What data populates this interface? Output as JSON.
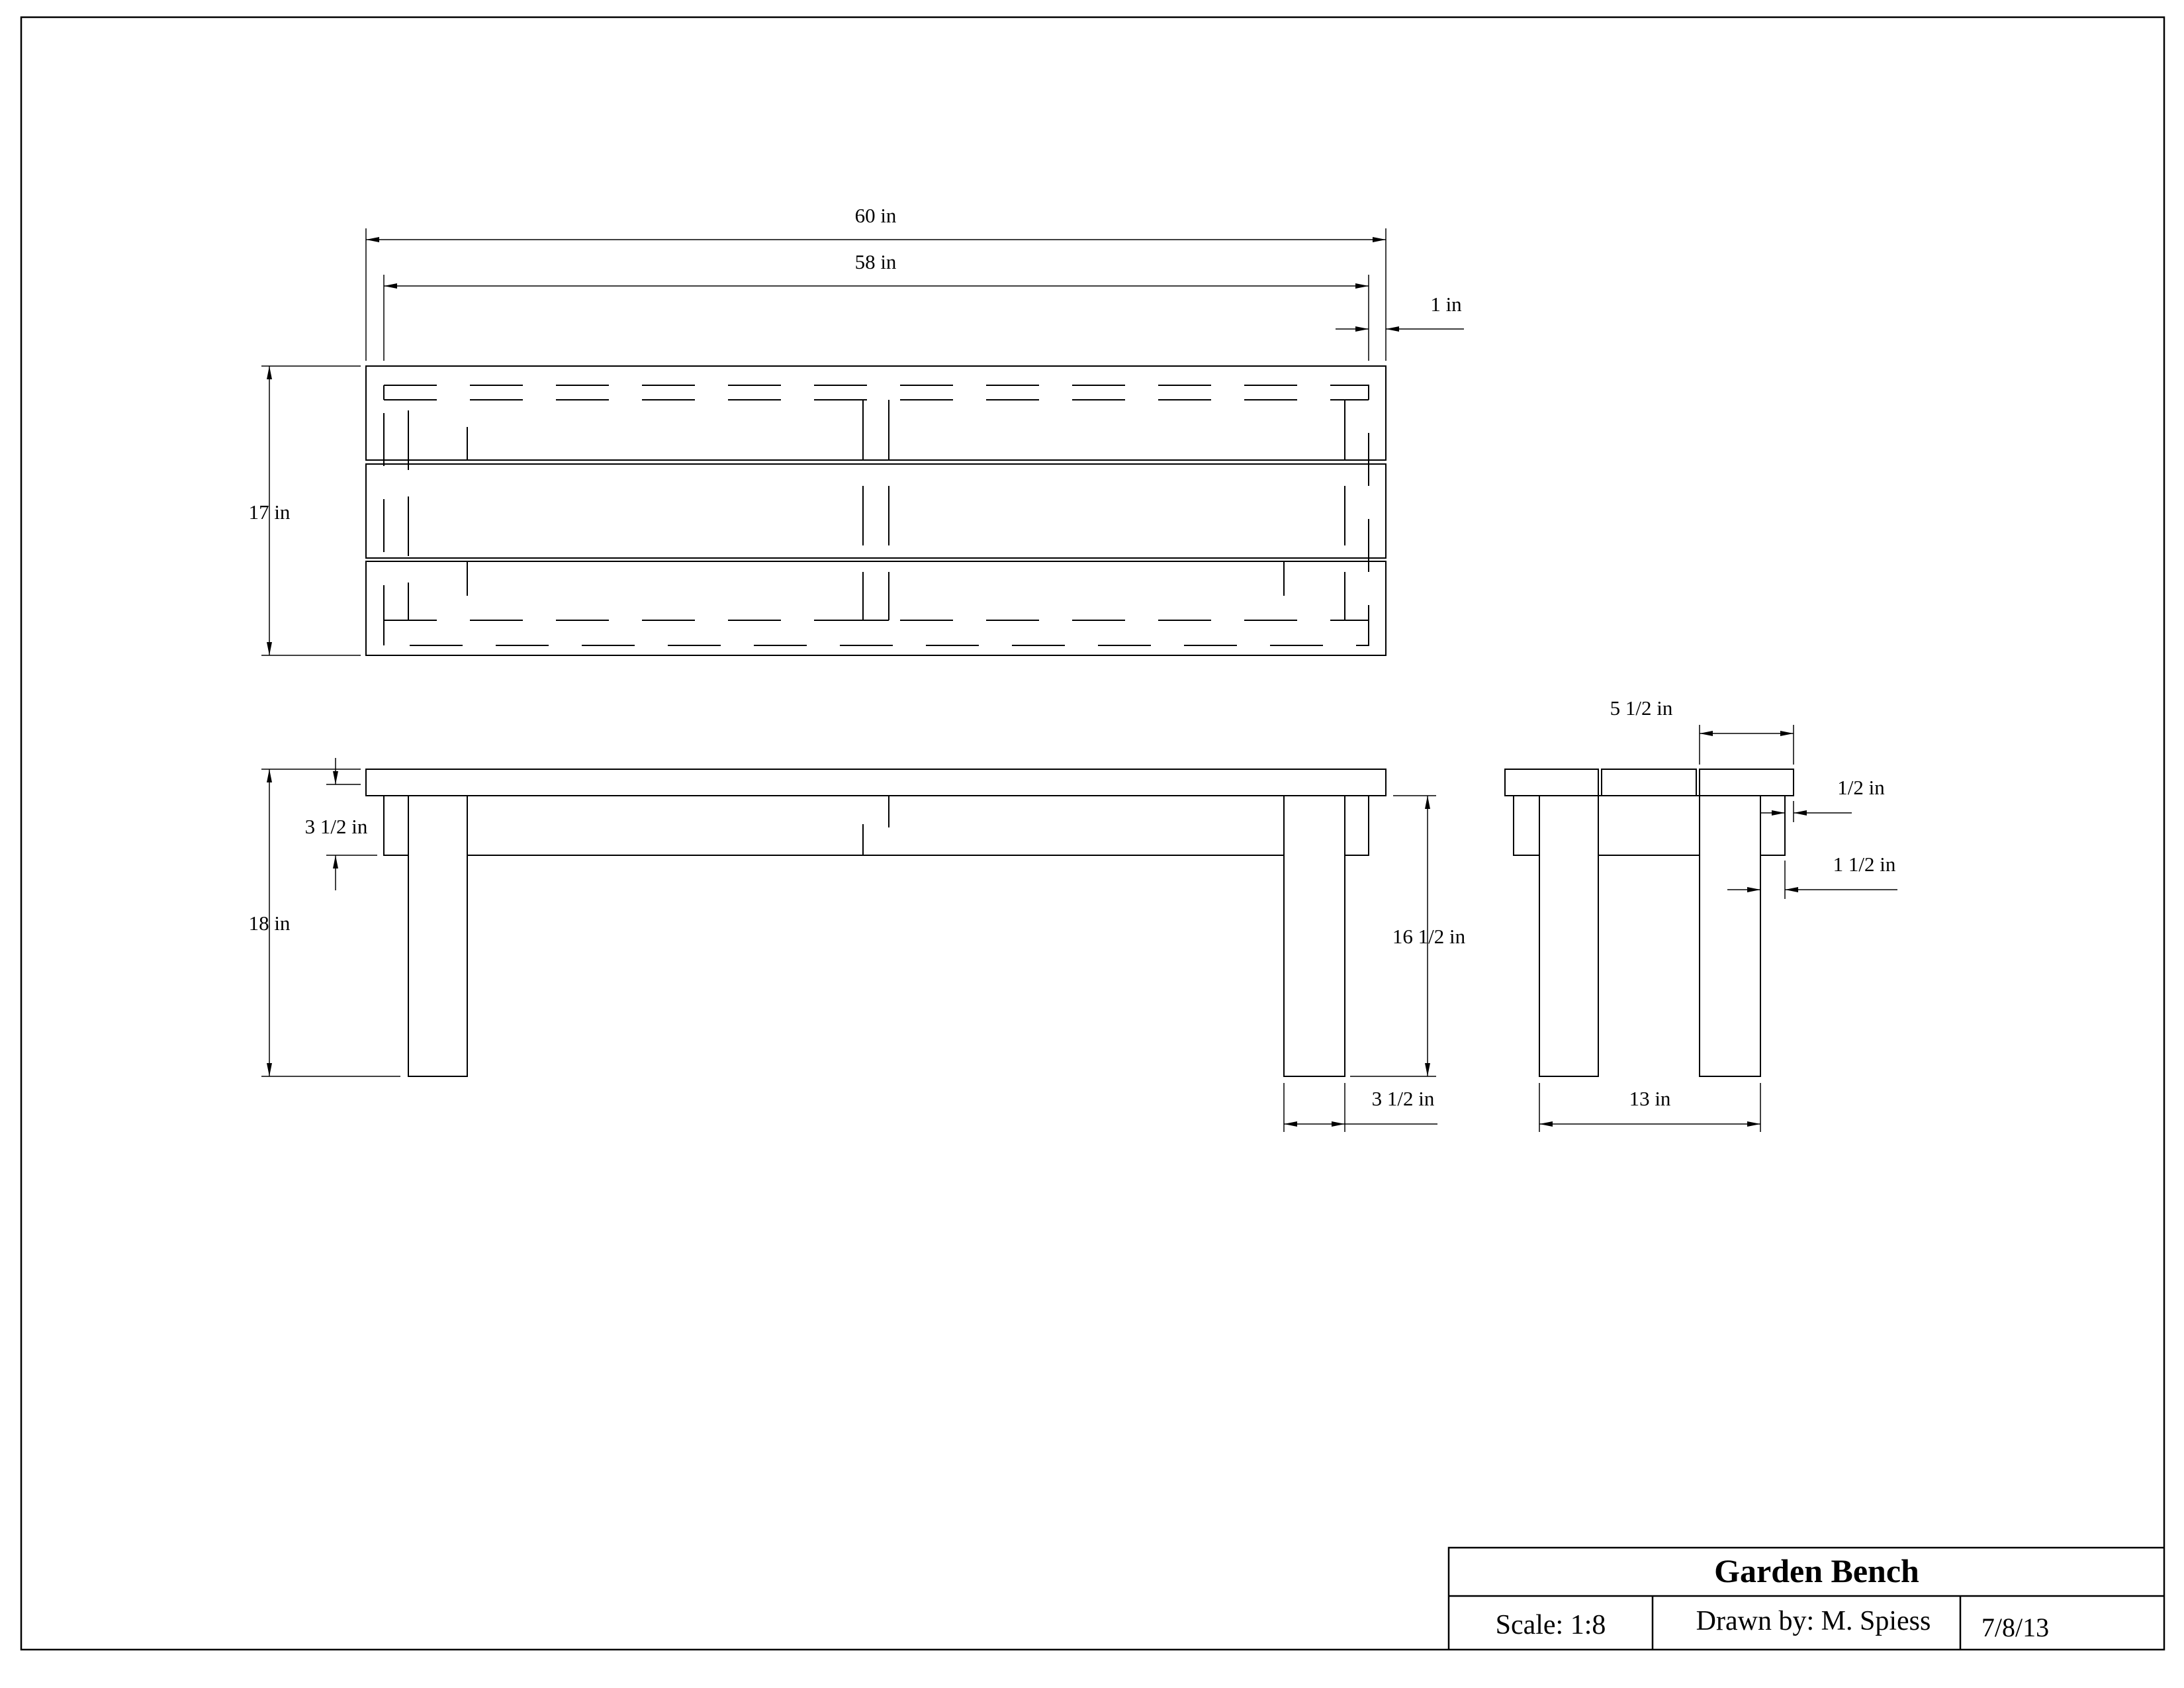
{
  "title_block": {
    "title": "Garden Bench",
    "scale": "Scale: 1:8",
    "drawn_by": "Drawn by: M. Spiess",
    "date": "7/8/13"
  },
  "dimensions": {
    "overall_length": "60 in",
    "inner_length": "58 in",
    "rail_inset": "1 in",
    "seat_depth": "17 in",
    "apron_height": "3 1/2 in",
    "total_height": "18 in",
    "leg_height": "16 1/2 in",
    "leg_width": "3 1/2 in",
    "board_width": "5 1/2 in",
    "seat_overhang": "1/2 in",
    "apron_thickness": "1 1/2 in",
    "leg_spread": "13 in"
  },
  "views": [
    "top-view",
    "front-view",
    "side-view"
  ]
}
